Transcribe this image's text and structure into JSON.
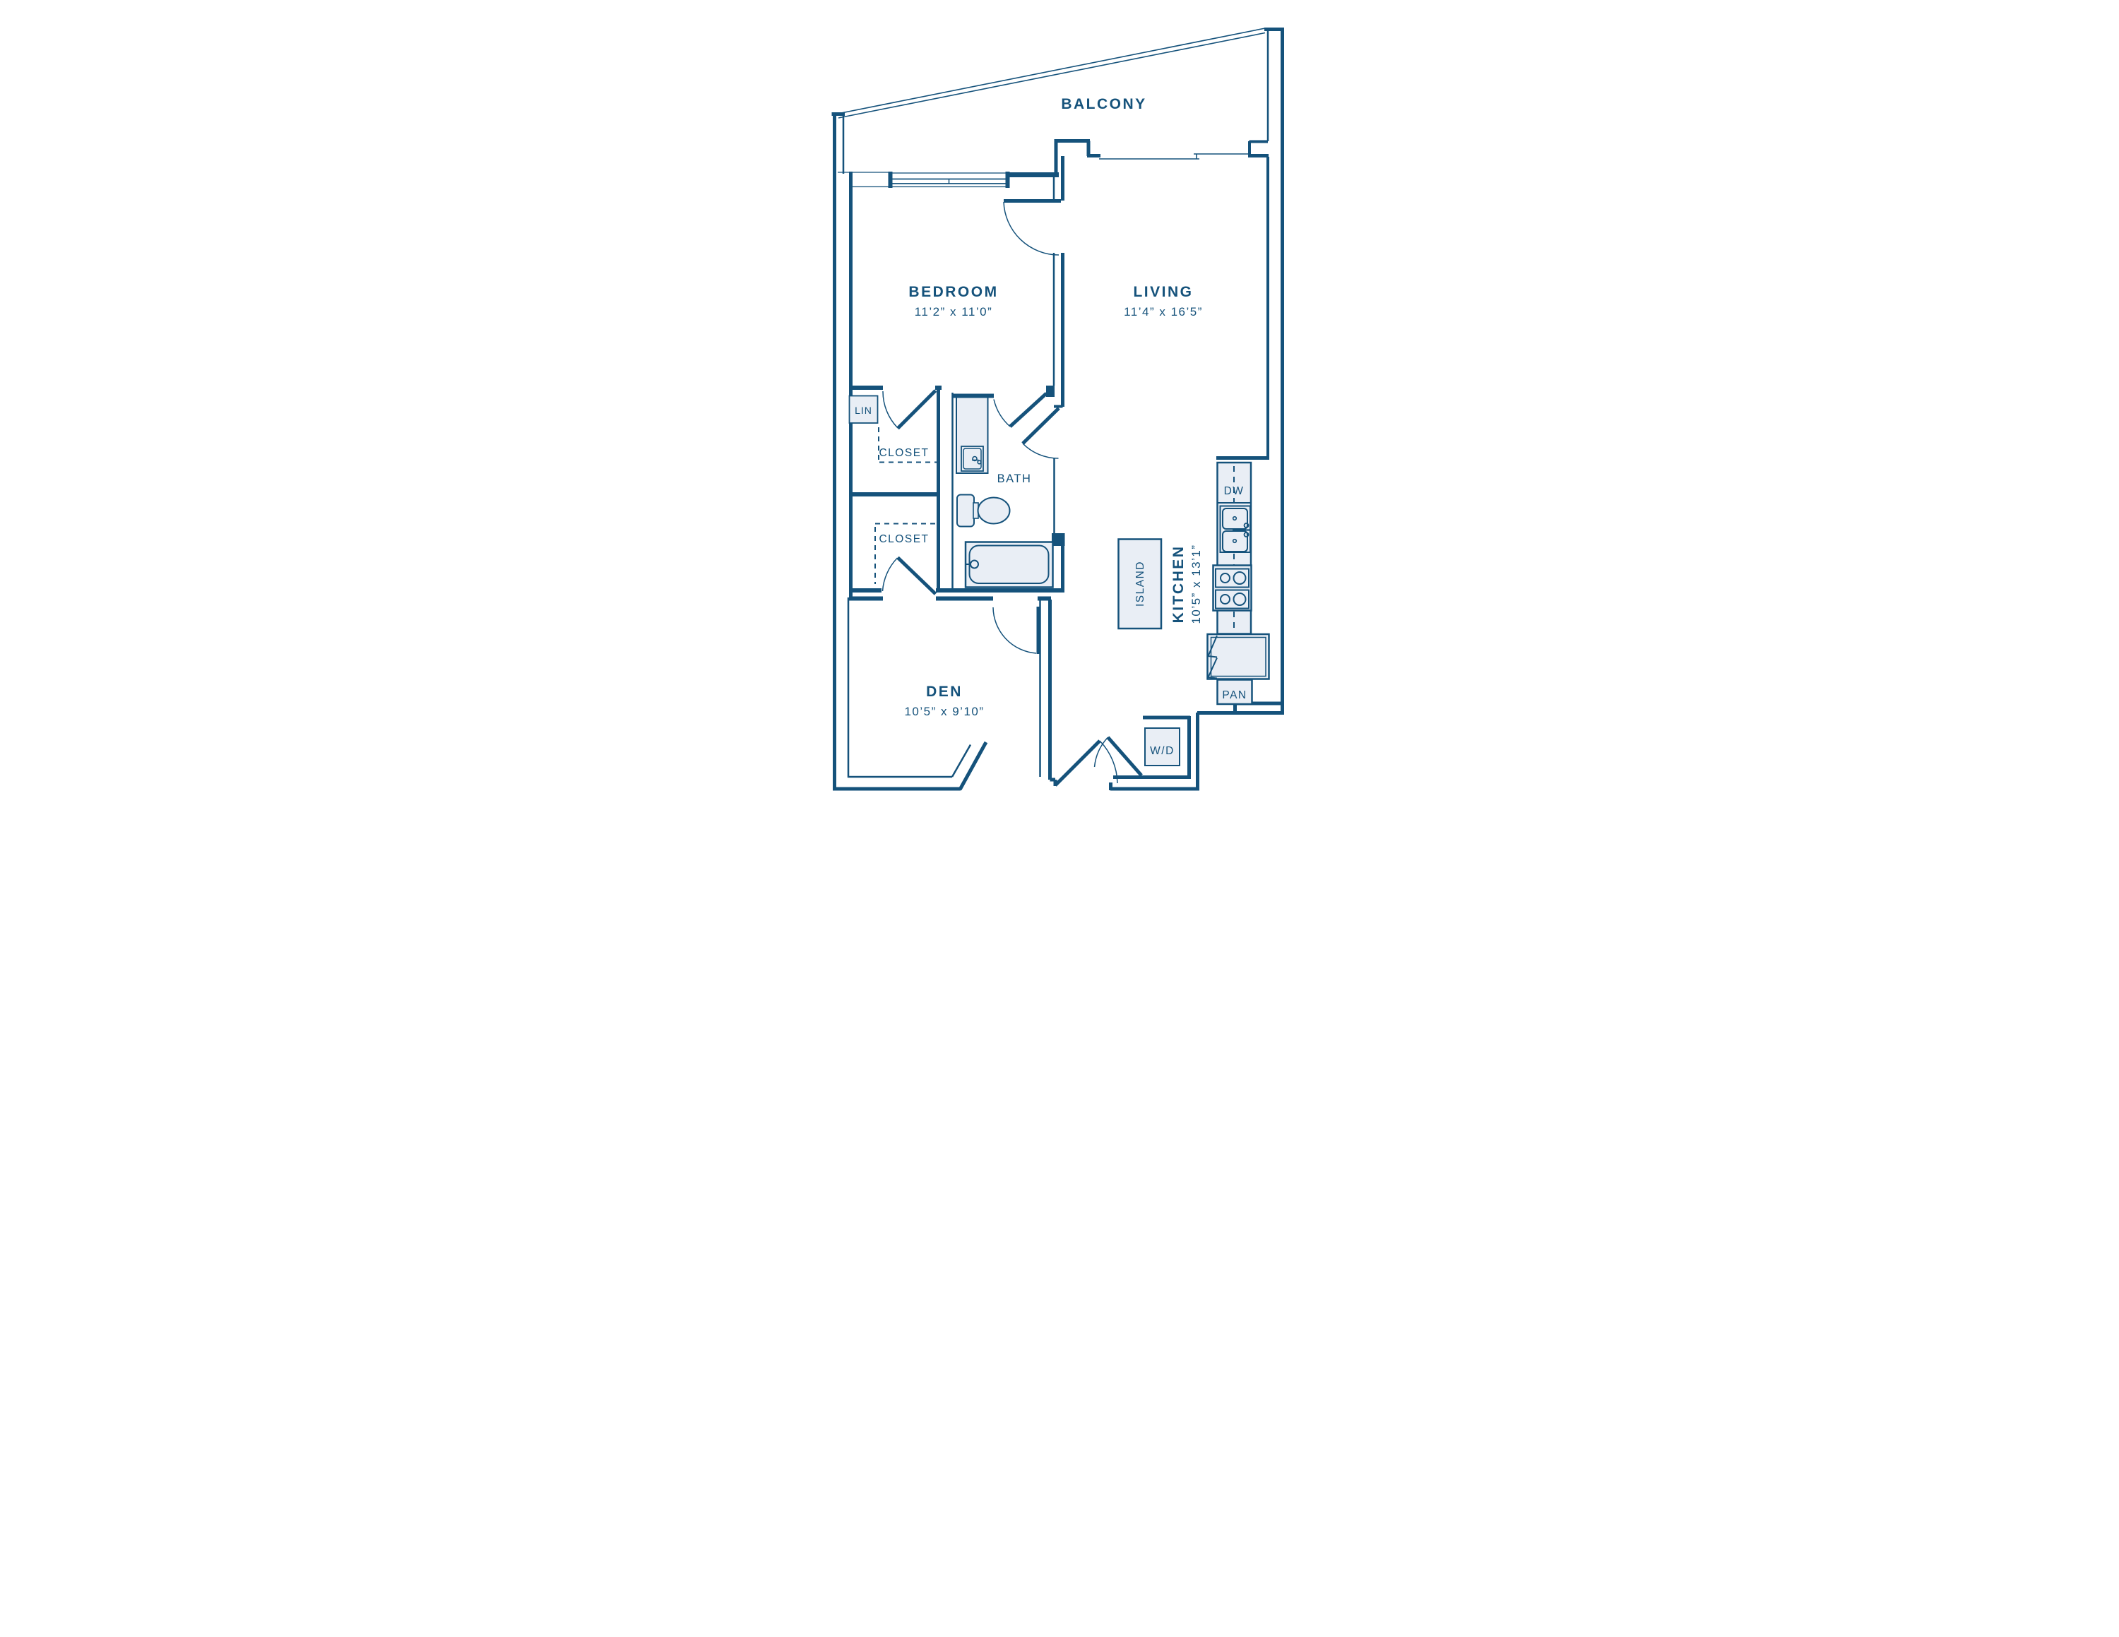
{
  "title": "One-bedroom with den floor plan",
  "colors": {
    "line": "#15527B",
    "fixture_fill": "#E9EEF5",
    "background": "#FFFFFF"
  },
  "rooms": {
    "balcony": {
      "label": "BALCONY"
    },
    "bedroom": {
      "label": "BEDROOM",
      "dims": "11’2” x 11’0”"
    },
    "living": {
      "label": "LIVING",
      "dims": "11’4” x 16’5”"
    },
    "den": {
      "label": "DEN",
      "dims": "10’5” x 9’10”"
    },
    "kitchen": {
      "label": "KITCHEN",
      "dims": "10’5” x 13’1”"
    },
    "bath": {
      "label": "BATH"
    },
    "closet_upper": {
      "label": "CLOSET"
    },
    "closet_lower": {
      "label": "CLOSET"
    },
    "linen": {
      "label": "LIN"
    }
  },
  "fixtures": {
    "dishwasher": {
      "label": "DW"
    },
    "pantry": {
      "label": "PAN"
    },
    "washer_dryer": {
      "label": "W/D"
    },
    "island": {
      "label": "ISLAND"
    }
  }
}
